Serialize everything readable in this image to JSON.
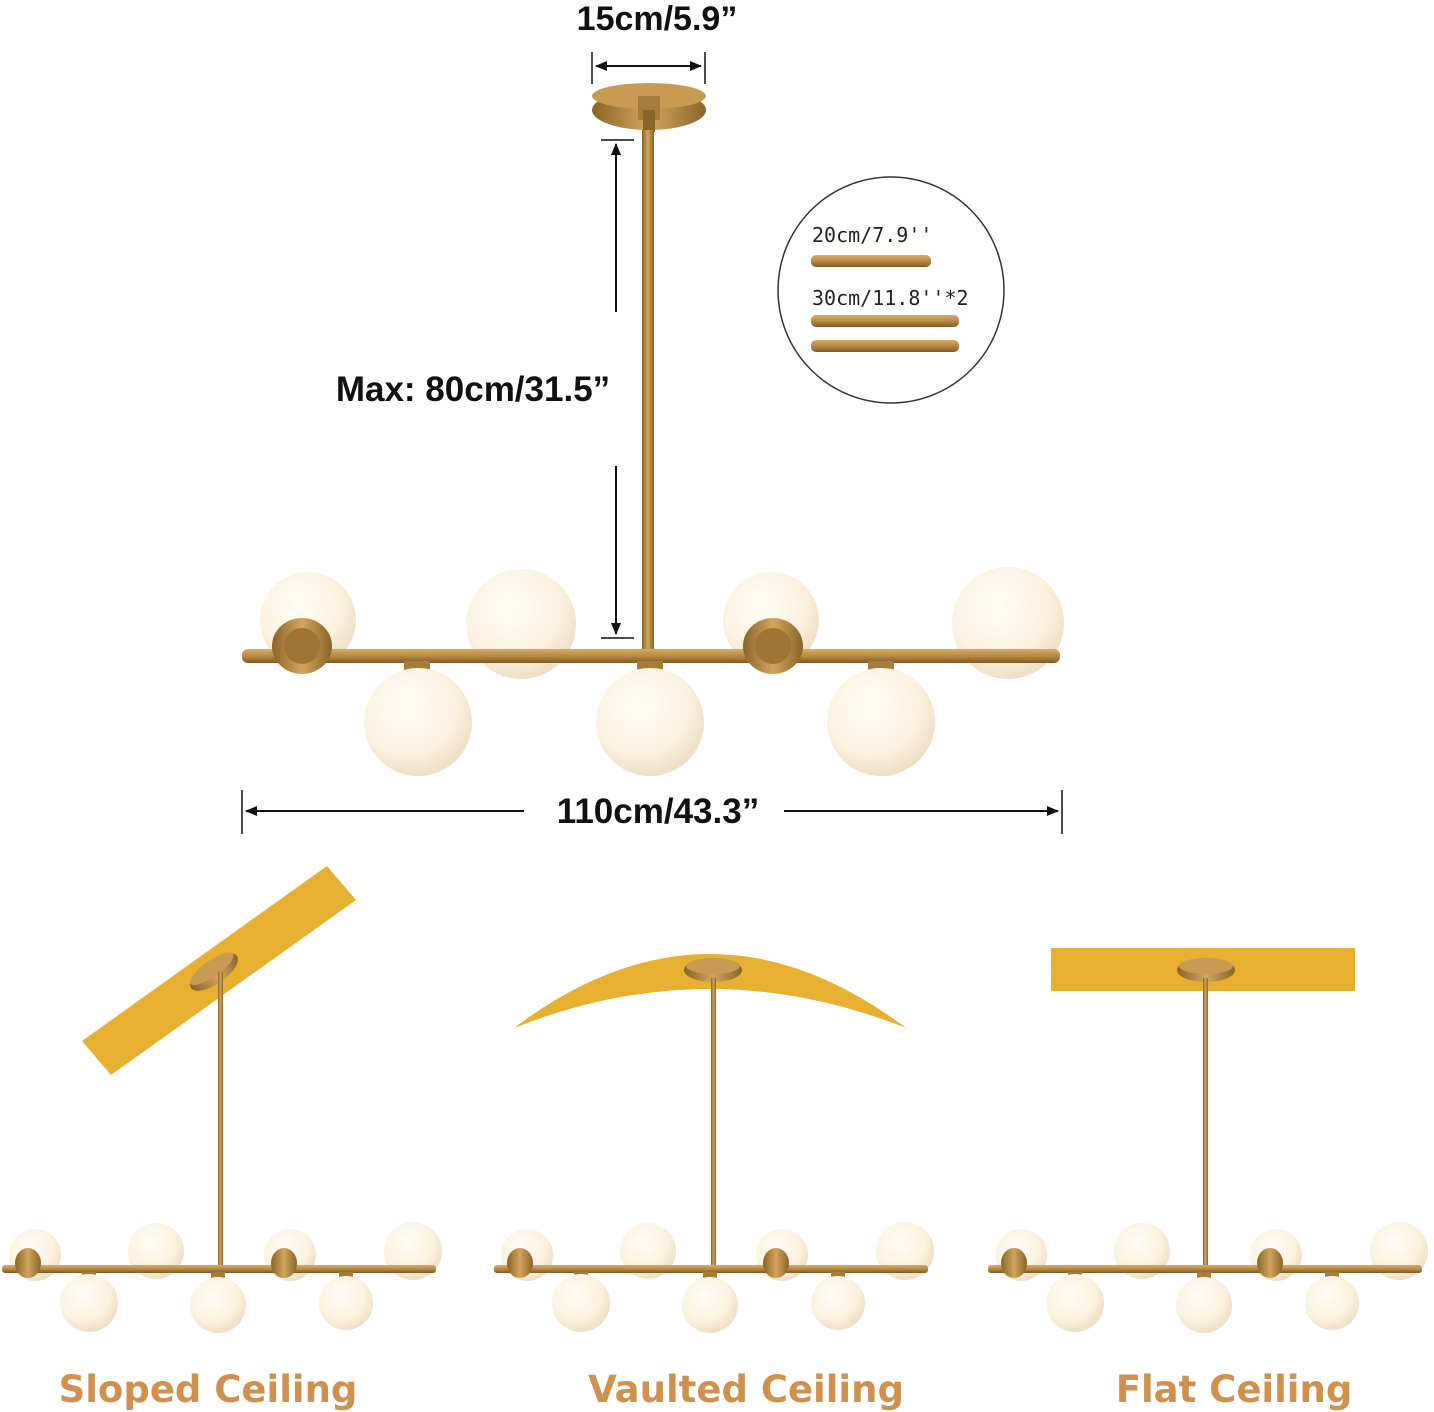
{
  "dimensions": {
    "canopy_width": "15cm/5.9”",
    "max_length": "Max: 80cm/31.5”",
    "total_width": "110cm/43.3”"
  },
  "extension_rods": {
    "rod_short": "20cm/7.9''",
    "rod_long": "30cm/11.8''*2"
  },
  "installations": [
    {
      "caption": "Sloped Ceiling"
    },
    {
      "caption": "Vaulted Ceiling"
    },
    {
      "caption": "Flat Ceiling"
    }
  ],
  "colors": {
    "brass": "#b88a45",
    "brass_dark": "#8a6428",
    "ceiling": "#e7b031",
    "globe": "#fbf3e3",
    "caption": "#cf914d",
    "text": "#111111"
  }
}
